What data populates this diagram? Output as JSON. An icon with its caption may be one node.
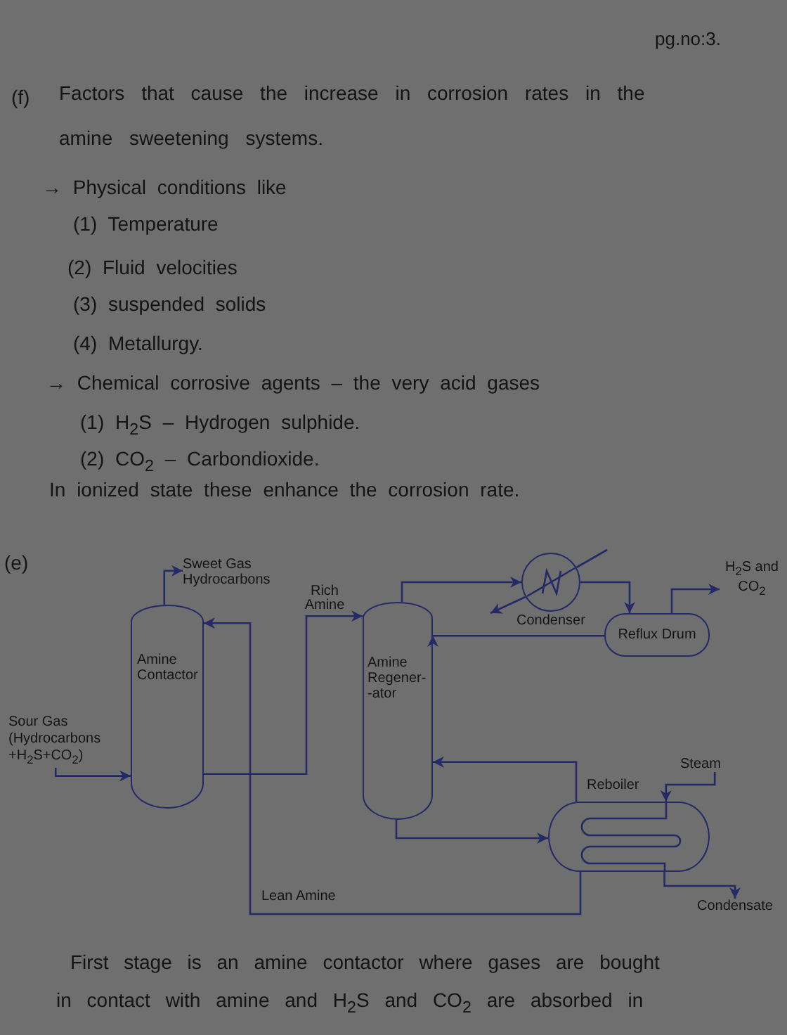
{
  "diagram": {
    "nodes": [
      {
        "text": [
          "Sweet Gas Hydrocarbons"
        ]
      },
      {
        "text": [
          "Condenser"
        ]
      },
      {
        "text": [
          "H$_{2}$S and CO$_{2}$"
        ]
      },
      {
        "text": [
          "Amine Contactor"
        ]
      },
      {
        "text": [
          "Amine Regener- -ator"
        ]
      },
      {
        "text": [
          "Reflux Drum"
        ]
      },
      {
        "text": [
          "Sour Gas (Hydrocarbons +H$_{2}$S+CO$_{2}$)"
        ]
      },
      {
        "text": [
          "Steam"
        ]
      },
      {
        "text": [
          "Reboiler"
        ]
      },
      {
        "text": [
          "Condensate"
        ]
      }
    ],
    "edges": [
      {
        "from": 6,
        "to": 3,
        "arrow": "to"
      },
      {
        "from": 3,
        "to": 0,
        "arrow": "to"
      },
      {
        "from": 3,
        "to": 4,
        "arrow": "to",
        "label": "Rich Amine"
      },
      {
        "from": 4,
        "to": 1,
        "arrow": "to"
      },
      {
        "from": null,
        "to": 1,
        "arrow": "none"
      },
      {
        "from": 1,
        "to": null,
        "arrow": "to"
      },
      {
        "from": 1,
        "to": 5,
        "arrow": "to"
      },
      {
        "from": 5,
        "to": 4,
        "arrow": "to"
      },
      {
        "from": 5,
        "to": 2,
        "arrow": "to"
      },
      {
        "from": 4,
        "to": 8,
        "arrow": "to"
      },
      {
        "from": 8,
        "to": 4,
        "arrow": "to"
      },
      {
        "from": 7,
        "to": 8,
        "arrow": "to"
      },
      {
        "from": 8,
        "to": 9,
        "arrow": "to"
      },
      {
        "from": 8,
        "to": 3,
        "arrow": "to",
        "label": "Lean Amine"
      }
    ],
    "labels": [
      "pg.no:3.",
      "(f)",
      "Factors that cause the increase in corrosion rates in the amine sweetening systems.",
      "→ Physical conditions like",
      "(1) Temperature",
      "(2) Fluid velocities",
      "(3) suspended solids",
      "(4) Metallurgy.",
      "→ Chemical corrosive agents – the very acid gases",
      "(1) H$_{2}$S – Hydrogen sulphide.",
      "(2) CO$_{2}$ – Carbondioxide.",
      "In ionized state these enhance the corrosion rate.",
      "(e)",
      "First stage is an amine contactor where gases are bought in contact with amine and H$_{2}$S and CO$_{2}$ are absorbed in"
    ]
  }
}
